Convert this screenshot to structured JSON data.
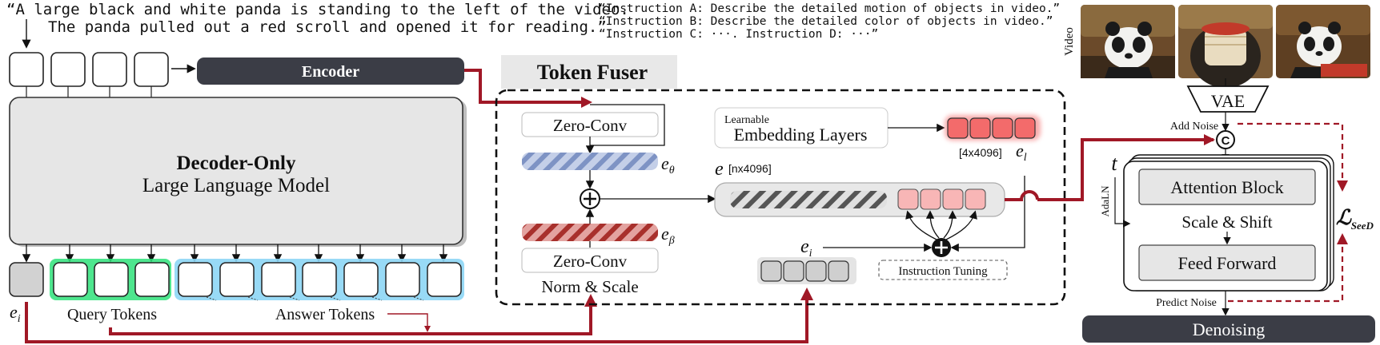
{
  "caption": {
    "line1": "“A large black and white panda is standing to the left of the video.",
    "line2": "The panda pulled out a red scroll and opened it for reading.”"
  },
  "instructions": {
    "a": "“Instruction A: Describe the detailed motion of objects in video.”",
    "b": "“Instruction B: Describe the detailed color of objects in video.”",
    "c": "“Instruction C: ···. Instruction D: ···”"
  },
  "encoder": {
    "label": "Encoder"
  },
  "llm": {
    "title": "Decoder-Only",
    "subtitle": "Large Language Model"
  },
  "tokens": {
    "e_i": "e",
    "e_i_sub": "i",
    "query_label": "Query Tokens",
    "answer_label": "Answer Tokens"
  },
  "fuser": {
    "title": "Token Fuser",
    "zero_conv_top": "Zero-Conv",
    "zero_conv_bottom": "Zero-Conv",
    "norm_scale": "Norm & Scale",
    "e_theta": "e",
    "e_theta_sub": "θ",
    "e_beta": "e",
    "e_beta_sub": "β",
    "e": "e",
    "e_dim": "[nx4096]",
    "learnable": "Learnable",
    "embedding_layers": "Embedding Layers",
    "el_dim": "[4x4096]",
    "e_l": "e",
    "e_l_sub": "l",
    "e_i": "e",
    "e_i_sub": "i",
    "instruction_tuning": "Instruction Tuning"
  },
  "diffusion": {
    "video_label": "Video",
    "vae": "VAE",
    "add_noise": "Add Noise",
    "concat": "C",
    "t": "t",
    "adaln": "AdaLN",
    "attention": "Attention Block",
    "scale_shift": "Scale & Shift",
    "feed_forward": "Feed Forward",
    "predict_noise": "Predict Noise",
    "loss": "ℒ",
    "loss_sub": "SeeD",
    "denoising": "Denoising"
  },
  "colors": {
    "dark_red": "#a01826",
    "blue_hatch": "#8fa3cf",
    "red_hatch": "#b8322e",
    "green": "#2fe27a",
    "cyan": "#8dd6f5",
    "pink": "#f36b6b",
    "dark_bar": "#3b3d46"
  }
}
